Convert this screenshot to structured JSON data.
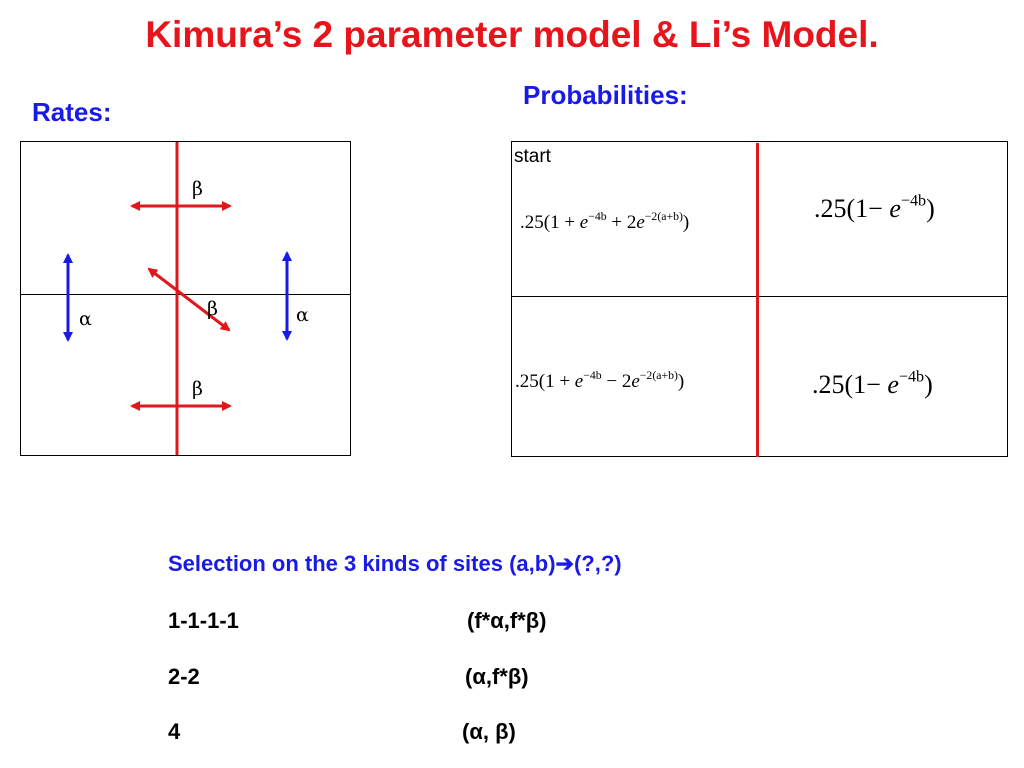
{
  "title": "Kimura’s 2 parameter model & Li’s Model.",
  "rates_label": "Rates:",
  "probabilities_label": "Probabilities:",
  "rates_diagram": {
    "beta_top": "β",
    "beta_middle": "β",
    "beta_bottom": "β",
    "alpha_left": "α",
    "alpha_right": "α"
  },
  "prob_diagram": {
    "start": "start",
    "cell_top_left": {
      "prefix": ".25(1",
      "op1": "+",
      "exp1": "−4b",
      "op2": "+",
      "coef": "2",
      "exp2": "−2(a+b)",
      "suffix": ")"
    },
    "cell_top_right": {
      "prefix": ".25(1",
      "op1": "−",
      "exp1": "−4b",
      "suffix": ")"
    },
    "cell_bottom_left": {
      "prefix": ".25(1",
      "op1": "+",
      "exp1": "−4b",
      "op2": "−",
      "coef": "2",
      "exp2": "−2(a+b)",
      "suffix": ")"
    },
    "cell_bottom_right": {
      "prefix": ".25(1",
      "op1": "−",
      "exp1": "−4b",
      "suffix": ")"
    }
  },
  "selection": {
    "heading": "Selection on the 3 kinds of sites  (a,b)",
    "heading_arrow": "➔",
    "heading_tail": "(?,?)",
    "rows": [
      {
        "site": "1-1-1-1",
        "value": "(f*α,f*β)"
      },
      {
        "site": "2-2",
        "value": "(α,f*β)"
      },
      {
        "site": "4",
        "value": "(α, β)"
      }
    ]
  },
  "colors": {
    "title": "#e8141c",
    "blue": "#1a1ae6",
    "red_arrow": "#e0181c",
    "blue_arrow": "#1a1ae6"
  }
}
